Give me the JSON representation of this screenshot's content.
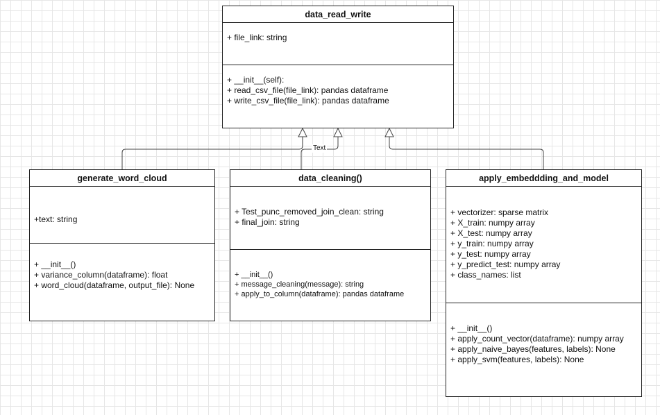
{
  "classes": {
    "data_read_write": {
      "title": "data_read_write",
      "attributes": [
        "+ file_link: string"
      ],
      "methods": [
        "+ __init__(self):",
        "+ read_csv_file(file_link): pandas dataframe",
        "+ write_csv_file(file_link): pandas dataframe"
      ]
    },
    "generate_word_cloud": {
      "title": "generate_word_cloud",
      "attributes": [
        "+text: string"
      ],
      "methods": [
        "+ __init__()",
        "+ variance_column(dataframe): float",
        "+ word_cloud(dataframe, output_file):  None"
      ]
    },
    "data_cleaning": {
      "title": "data_cleaning()",
      "attributes": [
        "+ Test_punc_removed_join_clean: string",
        "+ final_join: string"
      ],
      "methods": [
        "+ __init__()",
        "+ message_cleaning(message): string",
        "+ apply_to_column(dataframe): pandas dataframe"
      ]
    },
    "apply_embedding_and_model": {
      "title": "apply_embeddding_and_model",
      "attributes": [
        "+ vectorizer: sparse matrix",
        "+ X_train: numpy array",
        "+ X_test: numpy array",
        "+ y_train: numpy array",
        "+ y_test: numpy array",
        "+ y_predict_test: numpy array",
        "+ class_names: list"
      ],
      "methods": [
        "+ __init__()",
        "+ apply_count_vector(dataframe): numpy array",
        "+ apply_naive_bayes(features, labels):  None",
        "+ apply_svm(features, labels):  None"
      ]
    }
  },
  "connector_label": "Text"
}
